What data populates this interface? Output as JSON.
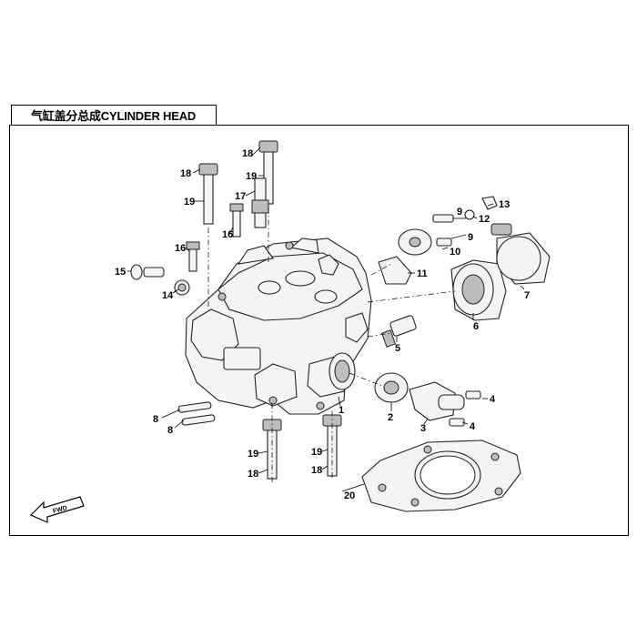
{
  "title": "气缸盖分总成CYLINDER HEAD",
  "fwd_label": "FWD",
  "callouts": [
    {
      "id": "c1",
      "label": "1"
    },
    {
      "id": "c2",
      "label": "2"
    },
    {
      "id": "c3",
      "label": "3"
    },
    {
      "id": "c4a",
      "label": "4"
    },
    {
      "id": "c4b",
      "label": "4"
    },
    {
      "id": "c5",
      "label": "5"
    },
    {
      "id": "c6",
      "label": "6"
    },
    {
      "id": "c7",
      "label": "7"
    },
    {
      "id": "c8a",
      "label": "8"
    },
    {
      "id": "c8b",
      "label": "8"
    },
    {
      "id": "c9a",
      "label": "9"
    },
    {
      "id": "c9b",
      "label": "9"
    },
    {
      "id": "c10",
      "label": "10"
    },
    {
      "id": "c11",
      "label": "11"
    },
    {
      "id": "c12",
      "label": "12"
    },
    {
      "id": "c13",
      "label": "13"
    },
    {
      "id": "c14",
      "label": "14"
    },
    {
      "id": "c15",
      "label": "15"
    },
    {
      "id": "c16a",
      "label": "16"
    },
    {
      "id": "c16b",
      "label": "16"
    },
    {
      "id": "c17",
      "label": "17"
    },
    {
      "id": "c18a",
      "label": "18"
    },
    {
      "id": "c18b",
      "label": "18"
    },
    {
      "id": "c18c",
      "label": "18"
    },
    {
      "id": "c18d",
      "label": "18"
    },
    {
      "id": "c19a",
      "label": "19"
    },
    {
      "id": "c19b",
      "label": "19"
    },
    {
      "id": "c19c",
      "label": "19"
    },
    {
      "id": "c19d",
      "label": "19"
    },
    {
      "id": "c20",
      "label": "20"
    }
  ]
}
